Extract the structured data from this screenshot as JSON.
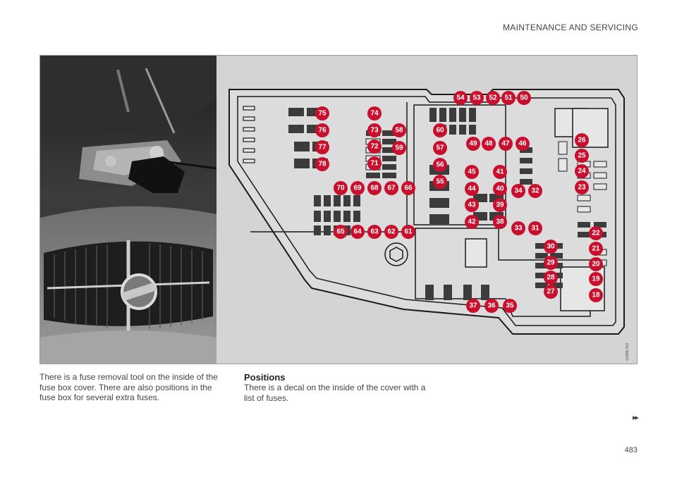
{
  "header": {
    "section_title": "MAINTENANCE AND SERVICING"
  },
  "figure": {
    "image_code": "G066763",
    "callouts": [
      "18",
      "19",
      "20",
      "21",
      "22",
      "23",
      "24",
      "25",
      "26",
      "27",
      "28",
      "29",
      "30",
      "31",
      "32",
      "33",
      "34",
      "35",
      "36",
      "37",
      "38",
      "39",
      "40",
      "41",
      "42",
      "43",
      "44",
      "45",
      "46",
      "47",
      "48",
      "49",
      "50",
      "51",
      "52",
      "53",
      "54",
      "55",
      "56",
      "57",
      "58",
      "59",
      "60",
      "61",
      "62",
      "63",
      "64",
      "65",
      "66",
      "67",
      "68",
      "69",
      "70",
      "71",
      "72",
      "73",
      "74",
      "75",
      "76",
      "77",
      "78"
    ],
    "colors": {
      "callout": "#c8102e",
      "panel_bg": "#d4d4d4",
      "box_fill": "#e2e2e2",
      "fuse": "#3c3c3c"
    }
  },
  "body": {
    "left_text": "There is a fuse removal tool on the inside of the fuse box cover. There are also positions in the fuse box for several extra fuses.",
    "positions_heading": "Positions",
    "positions_text": "There is a decal on the inside of the cover with a list of fuses."
  },
  "footer": {
    "continue_mark": "▸▸",
    "page_number": "483"
  }
}
